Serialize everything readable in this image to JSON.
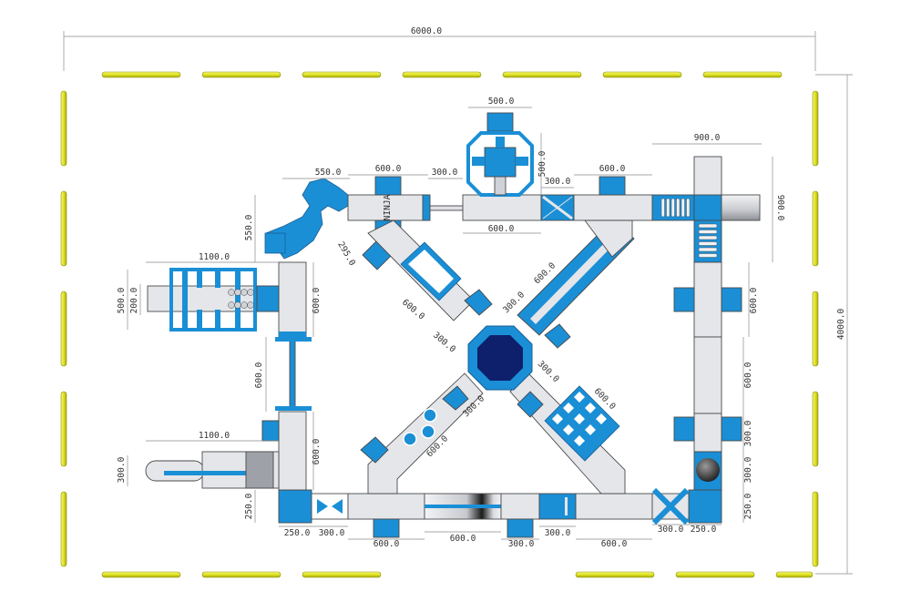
{
  "colors": {
    "blue": "#1a8fd6",
    "lightblue": "#5bb6ea",
    "grey": "#e4e6ea",
    "navy": "#0e1f6b",
    "buoy": "#e7ea2a",
    "buoy_edge": "#8c9014",
    "line": "#8a8a8a"
  },
  "brand_mark": "NINJA",
  "dimensions": {
    "overall_width": "6000.0",
    "overall_height": "4000.0",
    "top_left_segment": "550.0",
    "top_module_1": "600.0",
    "top_gap_1": "300.0",
    "tower_width": "500.0",
    "tower_height": "500.0",
    "tower_base": "600.0",
    "top_gap_2": "300.0",
    "top_module_2": "600.0",
    "right_block_width": "900.0",
    "right_block_height": "900.0",
    "left_curve_height": "550.0",
    "left_ladder_width": "1100.0",
    "left_ladder_height": "500.0",
    "left_ladder_inner": "200.0",
    "left_upper_module": "600.0",
    "left_gap": "600.0",
    "left_lower_module": "600.0",
    "left_slide_width": "1100.0",
    "left_slide_height": "300.0",
    "left_corner": "250.0",
    "diag_ul_short": "295.0",
    "diag_ul_long": "600.0",
    "diag_ul_end": "300.0",
    "diag_ur_long": "600.0",
    "diag_ur_end": "300.0",
    "diag_ll_long": "600.0",
    "diag_ll_end": "300.0",
    "diag_lr_long": "600.0",
    "diag_lr_end": "300.0",
    "right_module_1": "600.0",
    "right_module_2": "600.0",
    "right_module_3": "300.0",
    "right_module_4": "300.0",
    "right_corner": "250.0",
    "bottom_corner_left": "250.0",
    "bottom_1": "300.0",
    "bottom_2": "600.0",
    "bottom_3": "600.0",
    "bottom_4": "300.0",
    "bottom_5": "300.0",
    "bottom_6": "600.0",
    "bottom_7": "300.0",
    "bottom_corner_right": "250.0"
  }
}
